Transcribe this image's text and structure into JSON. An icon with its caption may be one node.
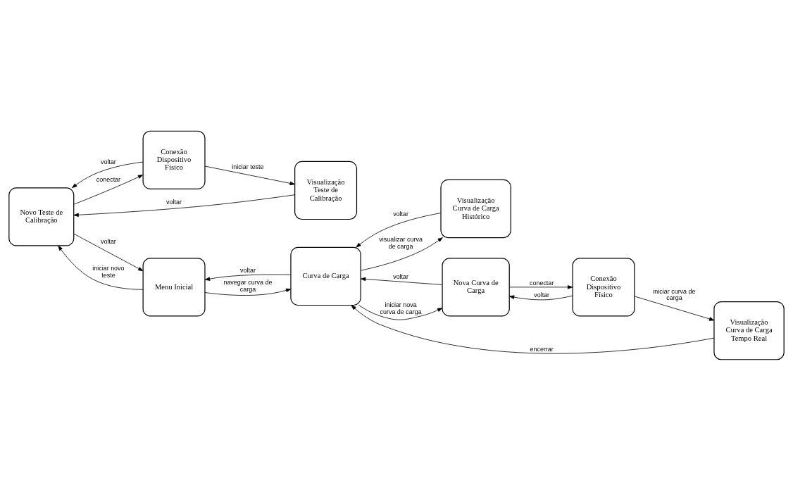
{
  "diagram": {
    "nodes": [
      {
        "text": [
          "Novo Teste de Calibração"
        ]
      },
      {
        "text": [
          "Conexão Dispositivo Físico"
        ]
      },
      {
        "text": [
          "Visualização Teste de Calibração"
        ]
      },
      {
        "text": [
          "Menu Inicial"
        ]
      },
      {
        "text": [
          "Visualização Curva de Carga Histórico"
        ]
      },
      {
        "text": [
          "Curva de Carga"
        ]
      },
      {
        "text": [
          "Nova Curva de Carga"
        ]
      },
      {
        "text": [
          "Conexão Dispositivo Físico"
        ]
      },
      {
        "text": [
          "Visualização Curva de Carga Tempo Real"
        ]
      }
    ],
    "edges": [
      {
        "from": 0,
        "to": 3,
        "arrow": "to",
        "label": "voltar"
      },
      {
        "from": 3,
        "to": 0,
        "arrow": "to",
        "label": "iniciar novo teste"
      },
      {
        "from": 1,
        "to": 0,
        "arrow": "to",
        "label": "voltar"
      },
      {
        "from": 0,
        "to": 1,
        "arrow": "to",
        "label": "conectar"
      },
      {
        "from": 1,
        "to": 2,
        "arrow": "to",
        "label": "iniciar teste"
      },
      {
        "from": 2,
        "to": 0,
        "arrow": "to",
        "label": "voltar"
      },
      {
        "from": 4,
        "to": 5,
        "arrow": "to",
        "label": "voltar"
      },
      {
        "from": 5,
        "to": 4,
        "arrow": "to",
        "label": "visualizar curva de carga"
      },
      {
        "from": 3,
        "to": 5,
        "arrow": "to",
        "label": "navegar curva de carga"
      },
      {
        "from": 5,
        "to": 3,
        "arrow": "to",
        "label": "voltar"
      },
      {
        "from": 5,
        "to": 6,
        "arrow": "to",
        "label": "iniciar nova curva de carga"
      },
      {
        "from": 6,
        "to": 5,
        "arrow": "to",
        "label": "voltar"
      },
      {
        "from": 6,
        "to": 7,
        "arrow": "to",
        "label": "conectar"
      },
      {
        "from": 7,
        "to": 6,
        "arrow": "to",
        "label": "voltar"
      },
      {
        "from": 7,
        "to": 8,
        "arrow": "to",
        "label": "iniciar curva de carga"
      },
      {
        "from": 8,
        "to": 5,
        "arrow": "to",
        "label": "encerrar"
      }
    ]
  }
}
